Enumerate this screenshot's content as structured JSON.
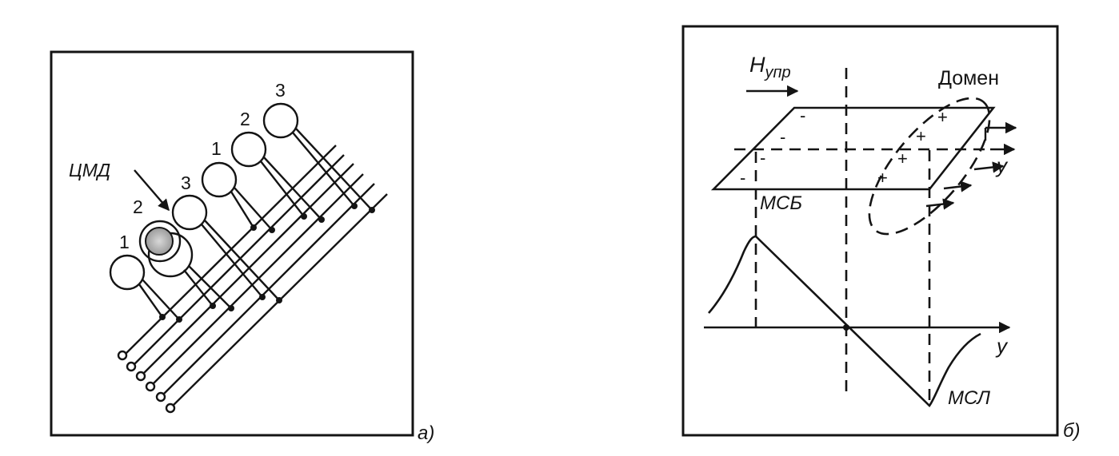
{
  "panel_a": {
    "caption": "а)",
    "label_cmd": "ЦМД",
    "pad_numbers": [
      "1",
      "2",
      "3",
      "1",
      "2",
      "3"
    ]
  },
  "panel_b": {
    "caption": "б)",
    "field_label_main": "H",
    "field_label_sub": "упр",
    "domain_label": "Домен",
    "plate_signs": [
      "-",
      "-",
      "-",
      "-",
      "+",
      "+",
      "+",
      "+"
    ],
    "msb_label": "МСБ",
    "msl_label": "МСЛ",
    "axis_label_top": "y",
    "axis_label_bottom": "y"
  }
}
